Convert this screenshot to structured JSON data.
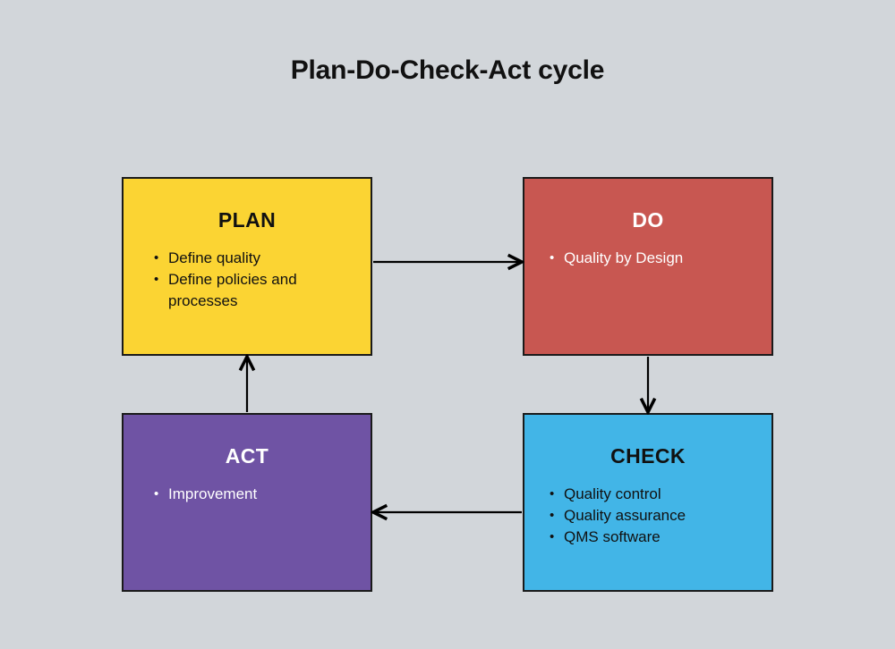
{
  "diagram": {
    "title": "Plan-Do-Check-Act cycle",
    "background_color": "#d2d6da",
    "type": "cycle-flowchart",
    "nodes": [
      {
        "id": "plan",
        "title": "PLAN",
        "color": "#fbd433",
        "text_color": "#111111",
        "bullet": "•",
        "items": [
          "Define quality",
          "Define policies and processes"
        ]
      },
      {
        "id": "do",
        "title": "DO",
        "color": "#c85751",
        "text_color": "#ffffff",
        "bullet": "•",
        "items": [
          "Quality by Design"
        ]
      },
      {
        "id": "check",
        "title": "CHECK",
        "color": "#42b5e7",
        "text_color": "#111111",
        "bullet": "•",
        "items": [
          "Quality control",
          "Quality assurance",
          "QMS software"
        ]
      },
      {
        "id": "act",
        "title": "ACT",
        "color": "#6f53a4",
        "text_color": "#ffffff",
        "bullet": "•",
        "items": [
          "Improvement"
        ]
      }
    ],
    "connectors": [
      {
        "id": "plan-to-do",
        "from": "plan",
        "to": "do",
        "direction": "right"
      },
      {
        "id": "do-to-check",
        "from": "do",
        "to": "check",
        "direction": "down"
      },
      {
        "id": "check-to-act",
        "from": "check",
        "to": "act",
        "direction": "left"
      },
      {
        "id": "act-to-plan",
        "from": "act",
        "to": "plan",
        "direction": "up"
      }
    ],
    "connector_color": "#000000"
  }
}
